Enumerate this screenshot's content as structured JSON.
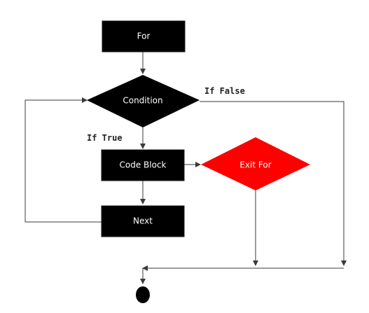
{
  "nodes": {
    "for": {
      "label": "For",
      "shape": "rectangle",
      "color": "#000000"
    },
    "condition": {
      "label": "Condition",
      "shape": "diamond",
      "color": "#000000"
    },
    "code_block": {
      "label": "Code Block",
      "shape": "rectangle",
      "color": "#000000"
    },
    "exit_for": {
      "label": "Exit For",
      "shape": "diamond",
      "color": "#ff0000"
    },
    "next": {
      "label": "Next",
      "shape": "rectangle",
      "color": "#000000"
    },
    "end": {
      "shape": "terminal-circle",
      "color": "#000000"
    }
  },
  "edges": {
    "if_false": {
      "label": "If False"
    },
    "if_true": {
      "label": "If True"
    }
  }
}
